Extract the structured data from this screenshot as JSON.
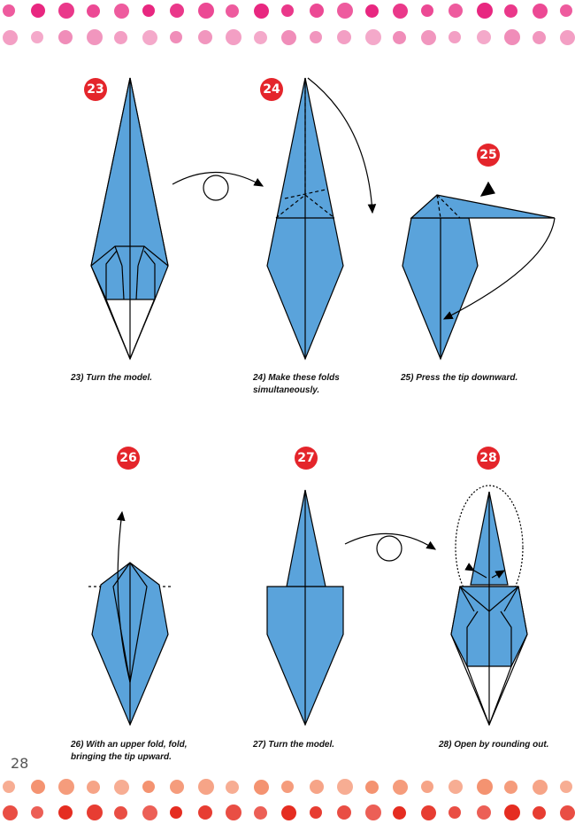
{
  "page_number": "28",
  "colors": {
    "paper_blue": "#5aa3db",
    "badge_red": "#e4252b",
    "top_dots": [
      "#e8247e",
      "#f08cb8"
    ],
    "bottom_dots": [
      "#f4926f",
      "#e52a1e"
    ]
  },
  "steps": [
    {
      "number": "23",
      "caption": "23) Turn the model."
    },
    {
      "number": "24",
      "caption": "24) Make these folds simultaneously."
    },
    {
      "number": "25",
      "caption": "25) Press the tip downward."
    },
    {
      "number": "26",
      "caption": "26) With an upper fold, fold, bringing the tip upward."
    },
    {
      "number": "27",
      "caption": "27) Turn the model."
    },
    {
      "number": "28",
      "caption": "28) Open by rounding out."
    }
  ]
}
